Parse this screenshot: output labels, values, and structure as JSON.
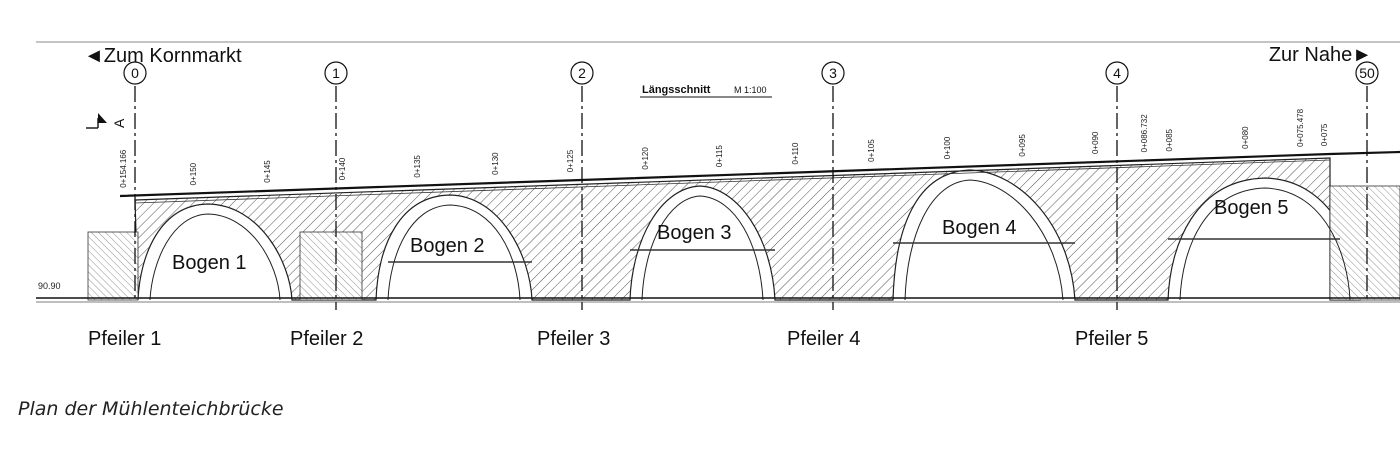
{
  "title": {
    "label": "Längsschnitt",
    "scale": "M 1:100"
  },
  "directions": {
    "left": "◄Zum Kornmarkt",
    "right": "Zur Nahe►"
  },
  "axes": [
    "0",
    "1",
    "2",
    "3",
    "4",
    "50"
  ],
  "arches": [
    "Bogen 1",
    "Bogen 2",
    "Bogen 3",
    "Bogen 4",
    "Bogen 5"
  ],
  "piers": [
    "Pfeiler 1",
    "Pfeiler 2",
    "Pfeiler 3",
    "Pfeiler 4",
    "Pfeiler 5"
  ],
  "stations": [
    "0+154.166",
    "0+150",
    "0+145",
    "0+140",
    "0+135",
    "0+130",
    "0+125",
    "0+120",
    "0+115",
    "0+110",
    "0+105",
    "0+100",
    "0+095",
    "0+090",
    "0+086.732",
    "0+085",
    "0+080",
    "0+075.478",
    "0+075"
  ],
  "section_marker": "A",
  "left_elevation": "90.90",
  "caption": "Plan der Mühlenteichbrücke"
}
